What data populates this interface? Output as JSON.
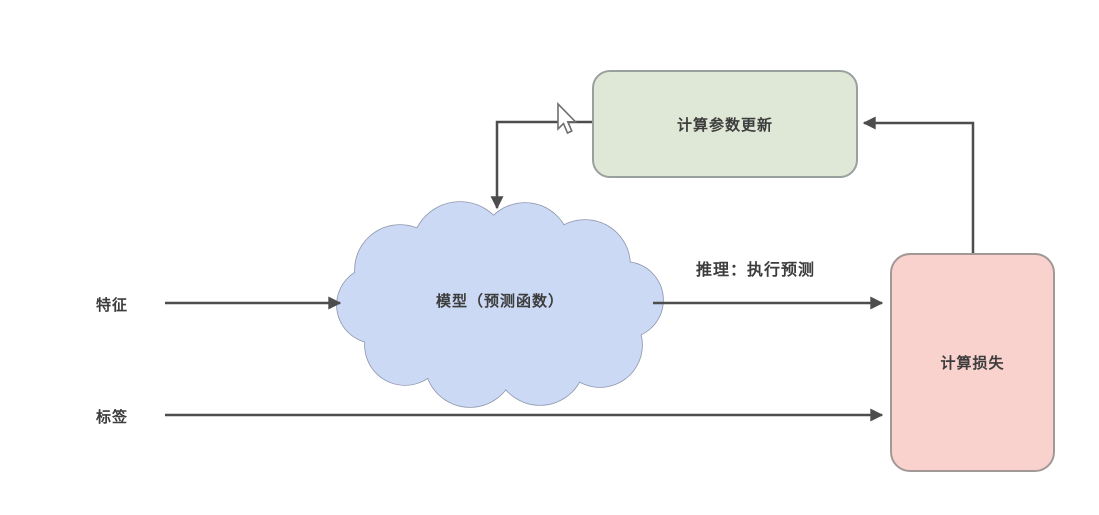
{
  "canvas": {
    "background": "#ffffff",
    "arrow_color": "#4d4d4d",
    "text_color": "#3d3d3d"
  },
  "nodes": {
    "model": {
      "label": "模型（预测函数）",
      "shape": "cloud",
      "fill": "#cbd9f5",
      "border": "#8c95aa"
    },
    "param_update": {
      "label": "计算参数更新",
      "shape": "rounded-rect",
      "fill": "#dfe8d6",
      "border": "#9aa0a0"
    },
    "loss": {
      "label": "计算损失",
      "shape": "rounded-rect",
      "fill": "#f9d2ce",
      "border": "#a39898"
    }
  },
  "labels": {
    "features": "特征",
    "tags": "标签",
    "inference": "推理：执行预测"
  },
  "edges": [
    {
      "from": "features-label",
      "to": "model"
    },
    {
      "from": "model",
      "to": "loss",
      "label": "推理：执行预测"
    },
    {
      "from": "tags-label",
      "to": "loss"
    },
    {
      "from": "loss",
      "to": "param_update"
    },
    {
      "from": "param_update",
      "to": "model"
    }
  ],
  "cursor": {
    "icon": "mouse-pointer-icon"
  }
}
